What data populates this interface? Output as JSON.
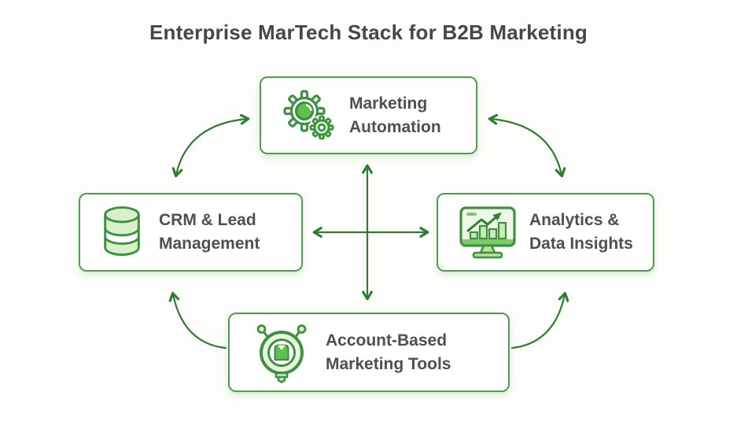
{
  "title": "Enterprise MarTech Stack for B2B Marketing",
  "nodes": {
    "top": {
      "id": "marketing-automation",
      "line1": "Marketing",
      "line2": "Automation",
      "icon": "gears-icon"
    },
    "left": {
      "id": "crm-lead-management",
      "line1": "CRM & Lead",
      "line2": "Management",
      "icon": "database-icon"
    },
    "right": {
      "id": "analytics-data-insights",
      "line1": "Analytics &",
      "line2": "Data Insights",
      "icon": "analytics-monitor-icon"
    },
    "bottom": {
      "id": "account-based-marketing-tools",
      "line1": "Account-Based",
      "line2": "Marketing Tools",
      "icon": "target-bulb-icon"
    }
  },
  "connections": [
    {
      "from": "crm-lead-management",
      "to": "marketing-automation",
      "shape": "curved",
      "arrowheads": "both"
    },
    {
      "from": "marketing-automation",
      "to": "analytics-data-insights",
      "shape": "curved",
      "arrowheads": "both"
    },
    {
      "from": "account-based-marketing-tools",
      "to": "crm-lead-management",
      "shape": "curved",
      "arrowheads": "end"
    },
    {
      "from": "account-based-marketing-tools",
      "to": "analytics-data-insights",
      "shape": "curved",
      "arrowheads": "end"
    },
    {
      "from": "marketing-automation",
      "to": "account-based-marketing-tools",
      "shape": "straight",
      "arrowheads": "both"
    },
    {
      "from": "crm-lead-management",
      "to": "analytics-data-insights",
      "shape": "straight",
      "arrowheads": "both"
    }
  ],
  "colors": {
    "background": "#fdfdfb",
    "box_border": "#4e9d50",
    "box_fill": "#ffffff",
    "arrow": "#2e7d32",
    "label_text": "#4f4f4f",
    "title_text": "#474747",
    "icon_stroke": "#3e9142",
    "icon_fill_light": "#d9f0c8",
    "icon_fill_bright": "#5bc24e"
  }
}
